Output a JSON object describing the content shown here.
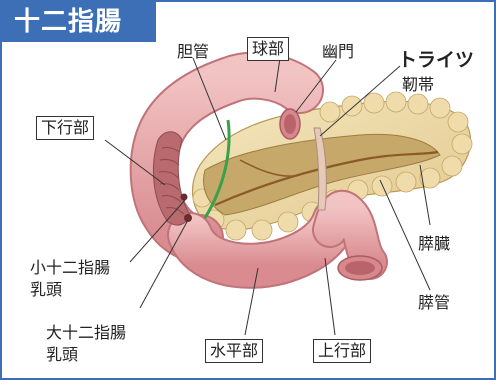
{
  "title": "十二指腸",
  "labels": {
    "bile_duct": "胆管",
    "bulb": "球部",
    "pylorus": "幽門",
    "treitz_1": "トライツ",
    "treitz_2": "靭帯",
    "descending": "下行部",
    "pancreas": "膵臓",
    "minor_papilla_1": "小十二指腸",
    "minor_papilla_2": "乳頭",
    "major_papilla_1": "大十二指腸",
    "major_papilla_2": "乳頭",
    "pancreatic_duct": "膵管",
    "horizontal": "水平部",
    "ascending": "上行部"
  },
  "colors": {
    "frame_blue": "#3d6fb6",
    "duodenum_pink": "#e8a3a6",
    "pancreas_yellow": "#e9d7a3",
    "bile_green": "#3aa04a"
  }
}
